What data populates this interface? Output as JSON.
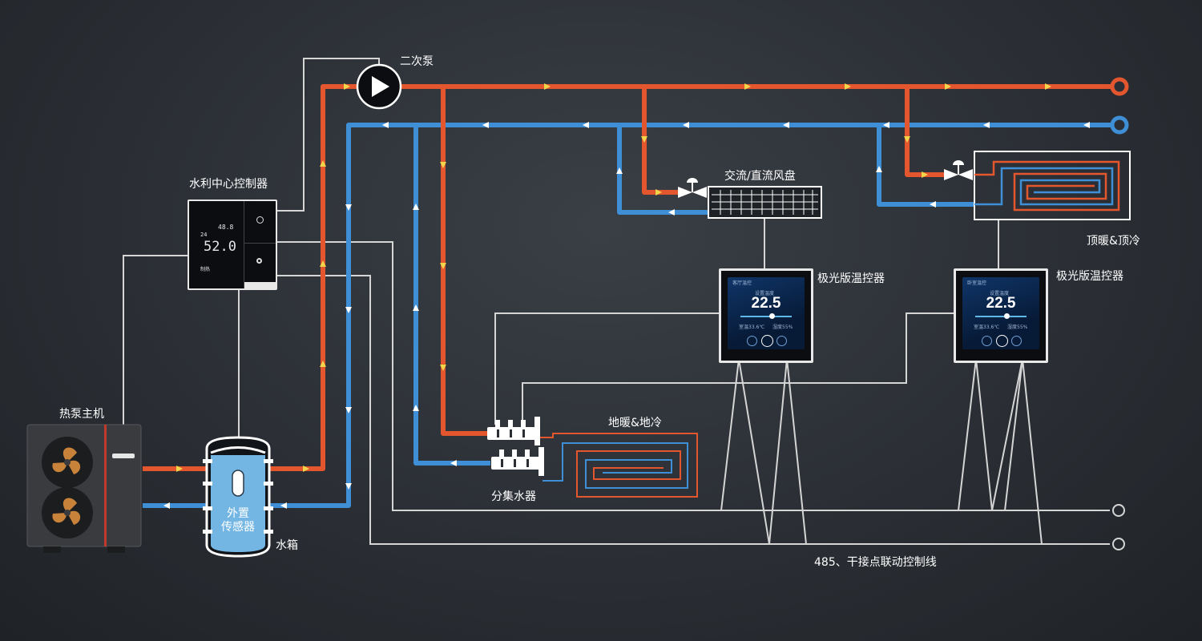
{
  "labels": {
    "secondary_pump": "二次泵",
    "central_controller": "水利中心控制器",
    "fan_coil": "交流/直流风盘",
    "ceiling": "顶暖&顶冷",
    "thermostat_left": "极光版温控器",
    "thermostat_right": "极光版温控器",
    "floor": "地暖&地冷",
    "manifold": "分集水器",
    "heat_pump": "热泵主机",
    "tank": "水箱",
    "sensor_line1": "外置",
    "sensor_line2": "传感器",
    "control_line": "485、干接点联动控制线"
  },
  "controller_display": {
    "main_value": "52.0",
    "top_value": "48.8",
    "small_value": "24",
    "mode_text": "制热"
  },
  "thermostats": [
    {
      "temp": "22.5",
      "header": "客厅温控",
      "title": "设置温度",
      "stat1": "室温33.6℃",
      "stat2": "湿度55%"
    },
    {
      "temp": "22.5",
      "header": "卧室温控",
      "title": "设置温度",
      "stat1": "室温33.6℃",
      "stat2": "湿度55%"
    }
  ],
  "colors": {
    "hot": "#e4572e",
    "cold": "#3f8fd6",
    "wire": "#d8d8d8",
    "arrow": "#f1d54b"
  },
  "icons": [
    "play-icon",
    "valve-icon",
    "power-icon",
    "fan-icon",
    "port-circle-icon"
  ]
}
